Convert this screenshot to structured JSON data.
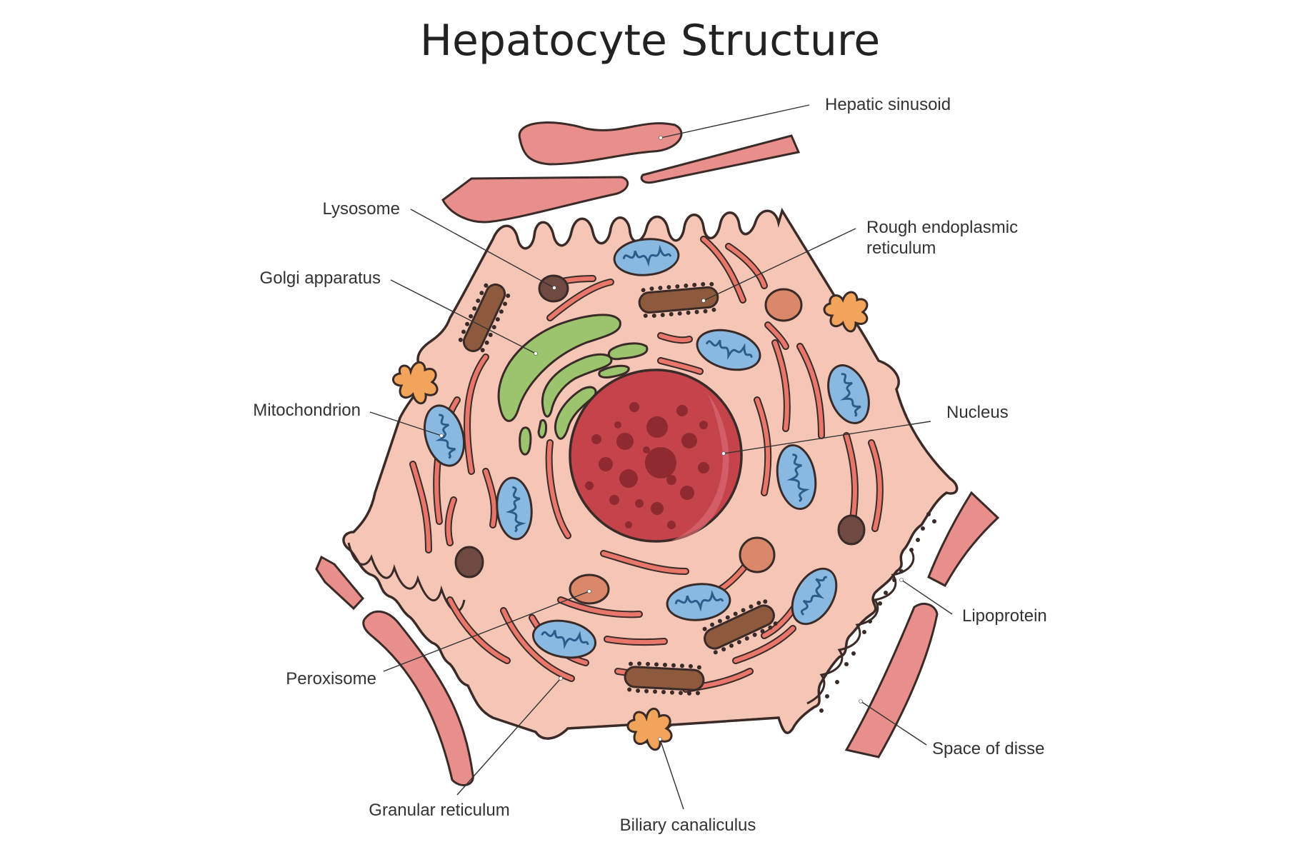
{
  "title": "Hepatocyte Structure",
  "labels": {
    "hepatic_sinusoid": "Hepatic sinusoid",
    "lysosome": "Lysosome",
    "golgi_apparatus": "Golgi apparatus",
    "rough_er_line1": "Rough endoplasmic",
    "rough_er_line2": "reticulum",
    "mitochondrion": "Mitochondrion",
    "nucleus": "Nucleus",
    "peroxisome": "Peroxisome",
    "lipoprotein": "Lipoprotein",
    "space_of_disse": "Space of disse",
    "granular_reticulum": "Granular reticulum",
    "biliary_canaliculus": "Biliary canaliculus"
  },
  "colors": {
    "cytoplasm": "#f5c5b5",
    "outline": "#3a2a28",
    "sinusoid": "#e88f8c",
    "nucleus": "#c5444c",
    "nucleolus": "#8e2a30",
    "mitochondrion": "#89b9e0",
    "golgi": "#9cc46e",
    "er": "#e8766a",
    "rough_er": "#8e5a3e",
    "lysosome": "#6e4a42",
    "peroxisome": "#d9896a",
    "canaliculus": "#f1a45a"
  }
}
